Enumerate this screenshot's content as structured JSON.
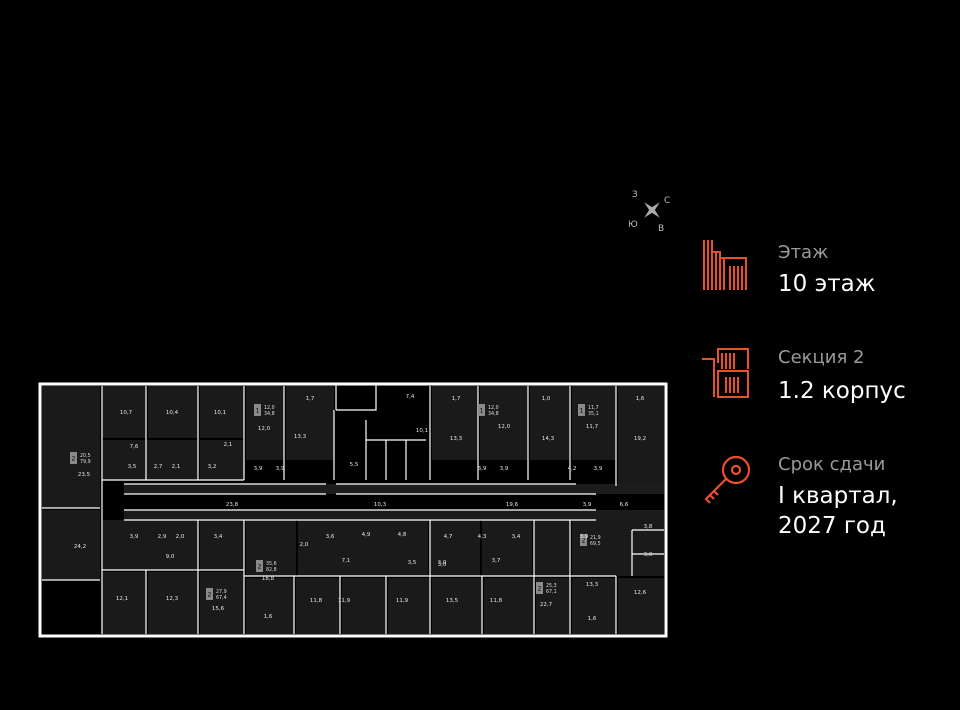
{
  "compass": {
    "north": "С",
    "east": "В",
    "south": "Ю",
    "west": "З"
  },
  "floor": {
    "icon": "building-floors-icon",
    "label": "Этаж",
    "value": "10 этаж"
  },
  "section": {
    "icon": "building-section-icon",
    "label": "Секция 2",
    "value": "1.2 корпус"
  },
  "deadline": {
    "icon": "key-icon",
    "label": "Срок сдачи",
    "value_line1": "I квартал,",
    "value_line2": "2027 год"
  },
  "colors": {
    "accent": "#e8502a",
    "background": "#000000",
    "apartment_fill": "#1a1a1a",
    "wall": "#ffffff",
    "label_muted": "#9a9a9a"
  },
  "plan": {
    "apartment_badges": [
      {
        "rooms": "2",
        "area_living": "20,5",
        "area_total": "79,9"
      },
      {
        "rooms": "1",
        "area_living": "12,0",
        "area_total": "34,8"
      },
      {
        "rooms": "1",
        "area_living": "12,0",
        "area_total": "34,8"
      },
      {
        "rooms": "1",
        "area_living": "11,7",
        "area_total": "35,1"
      },
      {
        "rooms": "2",
        "area_living": "35,6",
        "area_total": "82,8"
      },
      {
        "rooms": "2",
        "area_living": "27,9",
        "area_total": "67,4"
      },
      {
        "rooms": "2",
        "area_living": "25,3",
        "area_total": "67,1"
      },
      {
        "rooms": "2",
        "area_living": "21,9",
        "area_total": "69,5"
      }
    ],
    "room_areas": [
      "10,7",
      "10,4",
      "10,1",
      "12,0",
      "1,7",
      "13,3",
      "7,4",
      "10,1",
      "1,7",
      "13,3",
      "12,0",
      "1,0",
      "14,3",
      "11,7",
      "1,6",
      "19,2",
      "7,6",
      "2,1",
      "23,5",
      "3,5",
      "2,7",
      "2,1",
      "3,2",
      "3,9",
      "3,9",
      "5,5",
      "3,9",
      "3,9",
      "4,2",
      "3,9",
      "23,8",
      "10,3",
      "19,6",
      "3,9",
      "6,6",
      "3,8",
      "24,2",
      "3,9",
      "2,9",
      "2,0",
      "3,4",
      "9,0",
      "2,0",
      "3,6",
      "4,9",
      "4,8",
      "4,7",
      "4,3",
      "3,4",
      "3,0",
      "3,9",
      "3,0",
      "7,1",
      "3,5",
      "3,0",
      "3,7",
      "18,8",
      "12,1",
      "12,3",
      "15,6",
      "11,8",
      "11,9",
      "11,9",
      "13,5",
      "11,8",
      "22,7",
      "13,3",
      "12,6",
      "1,6",
      "1,6"
    ]
  }
}
